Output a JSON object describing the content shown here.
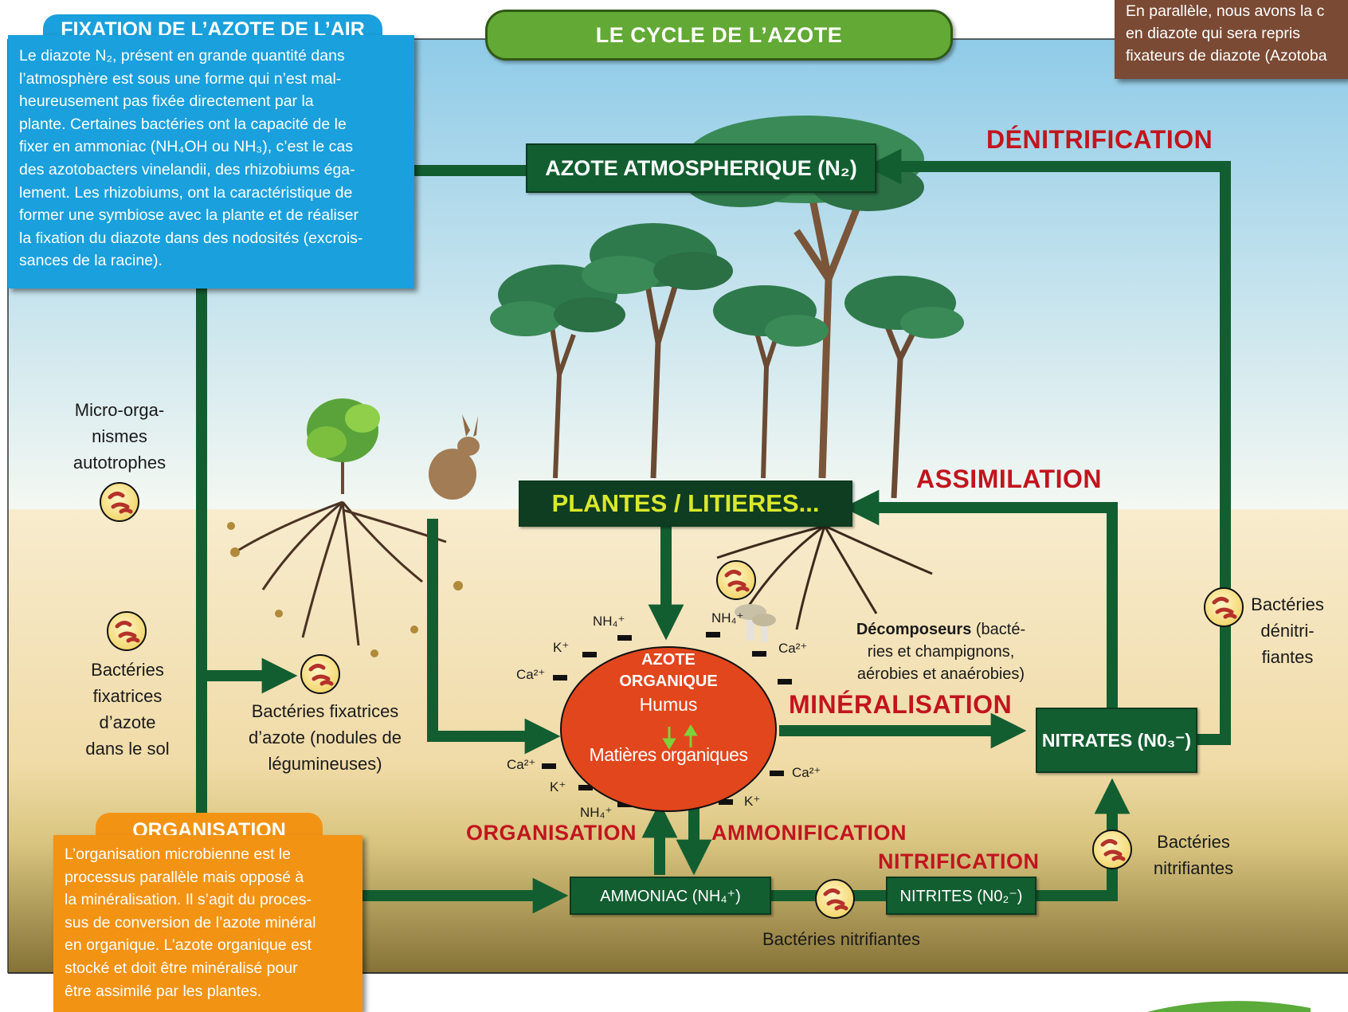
{
  "title": "LE CYCLE DE L’AZOTE",
  "top_right_box": {
    "lines": [
      "En parallèle, nous avons la c",
      "en diazote qui sera repris",
      "fixateurs de diazote (Azotoba"
    ]
  },
  "fixation_box": {
    "title": "FIXATION DE L’AZOTE DE L’AIR",
    "lines": [
      "Le diazote N₂, présent en grande quantité dans",
      "l’atmosphère est sous une forme qui n’est mal-",
      "heureusement pas fixée directement par la",
      "plante. Certaines bactéries ont la capacité de le",
      "fixer en ammoniac (NH₄OH ou NH₃), c’est le cas",
      "des azotobacters vinelandii, des rhizobiums éga-",
      "lement. Les rhizobiums, ont la caractéristique de",
      "former une symbiose avec la plante et de réaliser",
      "la fixation du diazote dans des nodosités (excrois-",
      "sances de la racine)."
    ]
  },
  "organisation_box": {
    "title": "ORGANISATION",
    "lines": [
      "L’organisation microbienne est le",
      "processus parallèle mais opposé à",
      "la minéralisation. Il s’agit du proces-",
      "sus de conversion de l’azote minéral",
      "en organique. L’azote organique est",
      "stocké et doit être minéralisé pour",
      "être assimilé par les plantes."
    ]
  },
  "boxes": {
    "atmospheric": "AZOTE ATMOSPHERIQUE (N₂)",
    "plantes": "PLANTES / LITIERES...",
    "nitrates": "NITRATES (N0₃⁻)",
    "ammoniac": "AMMONIAC (NH₄⁺)",
    "nitrites": "NITRITES (N0₂⁻)"
  },
  "processes": {
    "denitrification": "DÉNITRIFICATION",
    "assimilation": "ASSIMILATION",
    "mineralisation": "MINÉRALISATION",
    "organisation": "ORGANISATION",
    "ammonification": "AMMONIFICATION",
    "nitrification": "NITRIFICATION"
  },
  "ellipse": {
    "line1": "AZOTE",
    "line2": "ORGANIQUE",
    "humus": "Humus",
    "matieres": "Matières organiques"
  },
  "labels": {
    "micro_organismes": [
      "Micro-orga-",
      "nismes",
      "autotrophes"
    ],
    "bacteries_fixatrices_sol": [
      "Bactéries",
      "fixatrices",
      "d’azote",
      "dans le sol"
    ],
    "bacteries_fixatrices_nodules": [
      "Bactéries fixatrices",
      "d’azote (nodules de",
      "légumineuses)"
    ],
    "decomposeurs_bold": "Décomposeurs",
    "decomposeurs_rest": " (bacté-",
    "decomposeurs_lines": [
      "ries et champignons,",
      "aérobies et anaérobies)"
    ],
    "bacteries_denitrifiantes": [
      "Bactéries",
      "dénitri-",
      "fiantes"
    ],
    "bacteries_nitrifiantes_right": [
      "Bactéries",
      "nitrifiantes"
    ],
    "bacteries_nitrifiantes_bottom": "Bactéries nitrifiantes"
  },
  "ions": {
    "nh4": "NH₄⁺",
    "k": "K⁺",
    "ca": "Ca²⁺"
  },
  "colors": {
    "sky_top": "#8fcbe8",
    "soil_top": "#f5e4bf",
    "soil_bottom": "#8a7a3c",
    "arrow_green": "#135e31",
    "title_green": "#63a935",
    "blue_box": "#1aa0dc",
    "orange_box": "#f39314",
    "brown_box": "#7a4a34",
    "process_red": "#c1151e",
    "ellipse_red": "#e2461c"
  }
}
